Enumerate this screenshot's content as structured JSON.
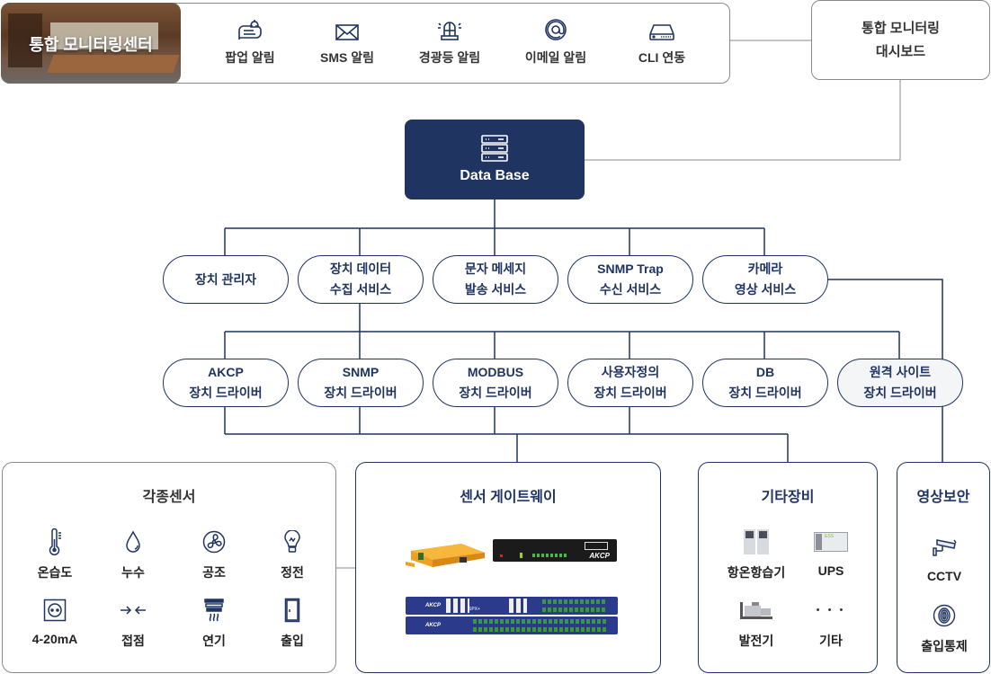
{
  "top_bar": {
    "hero_title": "통합 모니터링센터",
    "alerts": [
      {
        "label": "팝업 알림",
        "icon": "popup-bell-icon"
      },
      {
        "label": "SMS 알림",
        "icon": "envelope-icon"
      },
      {
        "label": "경광등 알림",
        "icon": "siren-icon"
      },
      {
        "label": "이메일 알림",
        "icon": "at-sign-icon"
      },
      {
        "label": "CLI 연동",
        "icon": "terminal-device-icon"
      }
    ]
  },
  "dashboard": {
    "line1": "통합 모니터링",
    "line2": "대시보드"
  },
  "database": {
    "label": "Data Base",
    "icon": "server-stack-icon"
  },
  "services": [
    {
      "line1": "장치 관리자",
      "line2": ""
    },
    {
      "line1": "장치 데이터",
      "line2": "수집 서비스"
    },
    {
      "line1": "문자 메세지",
      "line2": "발송 서비스"
    },
    {
      "line1": "SNMP Trap",
      "line2": "수신 서비스"
    },
    {
      "line1": "카메라",
      "line2": "영상 서비스"
    }
  ],
  "drivers": [
    {
      "line1": "AKCP",
      "line2": "장치 드라이버"
    },
    {
      "line1": "SNMP",
      "line2": "장치 드라이버"
    },
    {
      "line1": "MODBUS",
      "line2": "장치 드라이버"
    },
    {
      "line1": "사용자정의",
      "line2": "장치 드라이버"
    },
    {
      "line1": "DB",
      "line2": "장치 드라이버"
    },
    {
      "line1": "원격 사이트",
      "line2": "장치 드라이버"
    }
  ],
  "sensors": {
    "title": "각종센서",
    "items": [
      {
        "label": "온습도",
        "icon": "thermometer-icon"
      },
      {
        "label": "누수",
        "icon": "water-drop-icon"
      },
      {
        "label": "공조",
        "icon": "fan-icon"
      },
      {
        "label": "정전",
        "icon": "light-bulb-icon"
      },
      {
        "label": "4-20mA",
        "icon": "power-outlet-icon"
      },
      {
        "label": "접점",
        "icon": "contact-arrows-icon"
      },
      {
        "label": "연기",
        "icon": "smoke-detector-icon"
      },
      {
        "label": "출입",
        "icon": "door-icon"
      }
    ]
  },
  "gateway": {
    "title": "센서 게이트웨이",
    "brand": "AKCP",
    "rack_label": "SPX+"
  },
  "other_equipment": {
    "title": "기타장비",
    "items": [
      {
        "label": "항온항습기",
        "icon": "hvac-cabinet-icon"
      },
      {
        "label": "UPS",
        "icon": "ups-icon"
      },
      {
        "label": "발전기",
        "icon": "generator-icon"
      },
      {
        "label": "기타",
        "icon": "ellipsis-icon"
      }
    ],
    "ellipsis": "• • •",
    "ups_tag": "ESS"
  },
  "video_security": {
    "title": "영상보안",
    "items": [
      {
        "label": "CCTV",
        "icon": "cctv-camera-icon"
      },
      {
        "label": "출입통제",
        "icon": "fingerprint-icon"
      }
    ]
  },
  "colors": {
    "navy": "#1f3461",
    "gray_line": "#8a8a8a",
    "gateway_orange": "#f0a020",
    "rack_blue": "#2c3a8c"
  }
}
